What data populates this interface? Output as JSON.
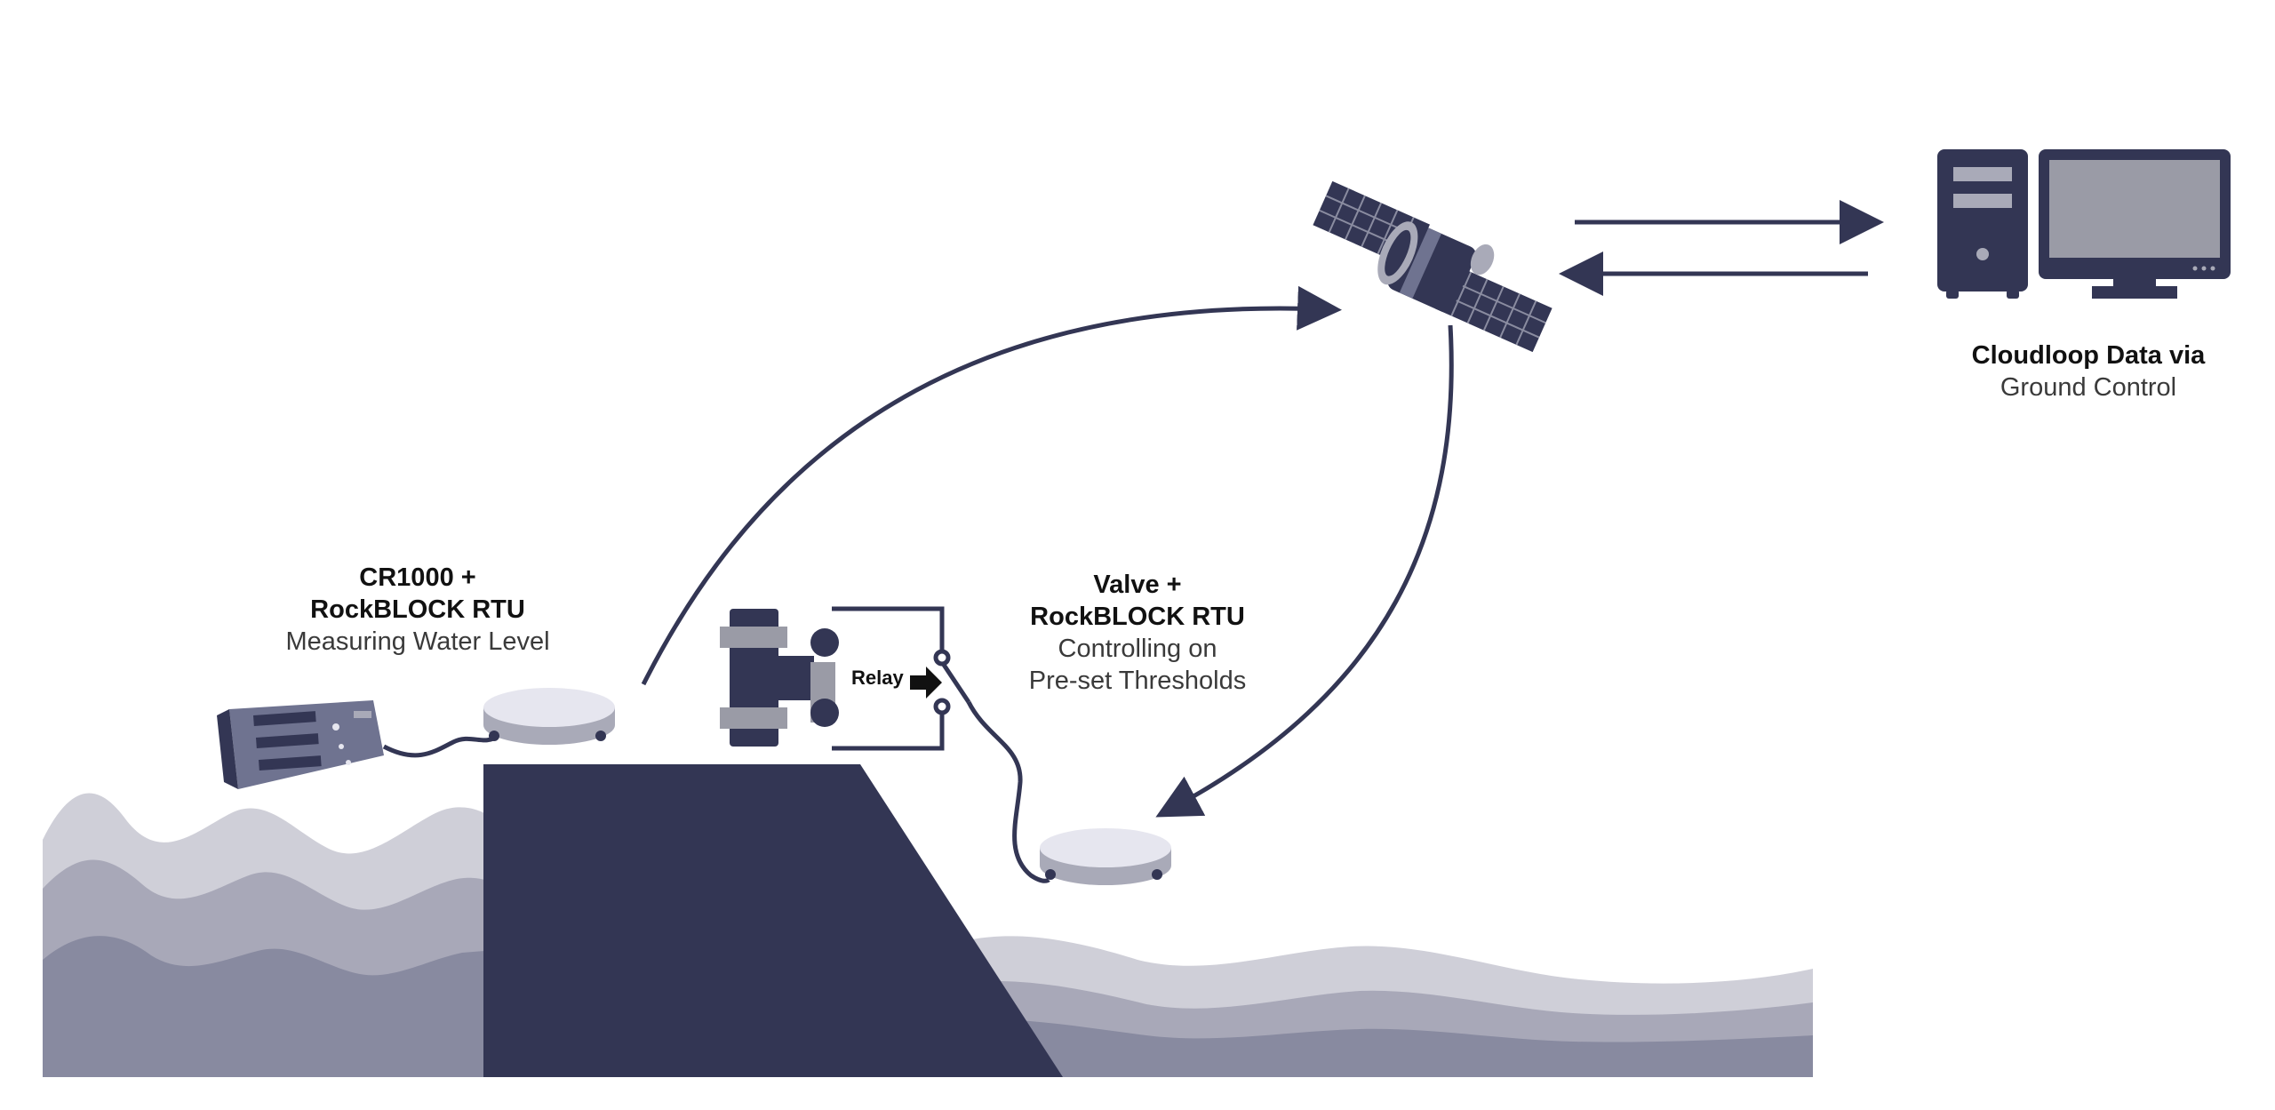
{
  "labels": {
    "cr1000": {
      "title_line1": "CR1000 +",
      "title_line2": "RockBLOCK RTU",
      "subtitle": "Measuring Water Level"
    },
    "valve": {
      "title_line1": "Valve +",
      "title_line2": "RockBLOCK RTU",
      "subtitle_line1": "Controlling on",
      "subtitle_line2": "Pre-set Thresholds"
    },
    "cloudloop": {
      "title": "Cloudloop Data via",
      "subtitle": "Ground Control"
    },
    "relay": "Relay"
  },
  "colors": {
    "navy": "#333654",
    "slate": "#6f7390",
    "light_gray": "#9a9ba6",
    "wave_light": "#cfcfd8",
    "wave_mid": "#a8a8b8",
    "wave_dark": "#888aa0",
    "antenna_top": "#e6e6ef",
    "antenna_side": "#a9aab8"
  },
  "icons": [
    "satellite-icon",
    "server-tower-icon",
    "monitor-icon",
    "datalogger-icon",
    "antenna-icon",
    "valve-icon",
    "relay-arrow-icon"
  ]
}
